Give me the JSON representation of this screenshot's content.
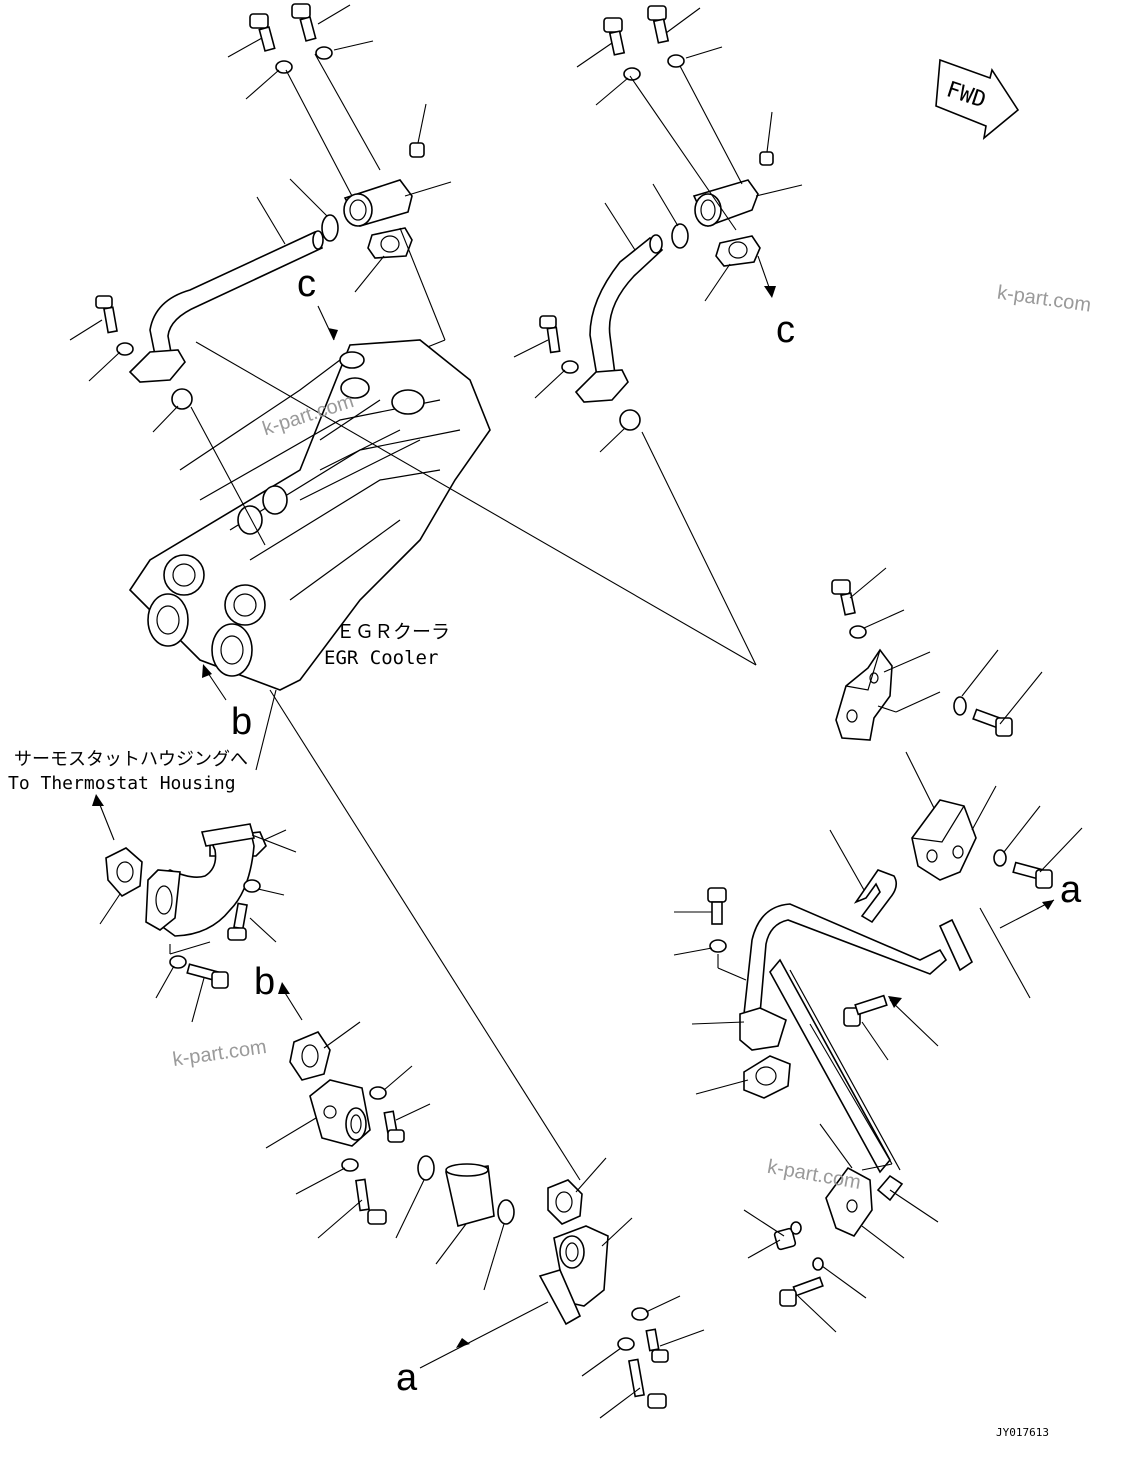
{
  "labels": {
    "fwd": "FWD",
    "egr_cooler_jp": "ＥＧＲクーラ",
    "egr_cooler_en": "EGR Cooler",
    "thermostat_jp": "サーモスタットハウジングへ",
    "thermostat_en": "To Thermostat Housing",
    "ref_c": "c",
    "ref_b": "b",
    "ref_a": "a",
    "drawing_code": "JY017613"
  },
  "watermarks": [
    "k-part.com",
    "k-part.com",
    "k-part.com",
    "k-part.com"
  ],
  "colors": {
    "line": "#000000",
    "watermark": "#9a9a9a",
    "background": "#ffffff"
  }
}
